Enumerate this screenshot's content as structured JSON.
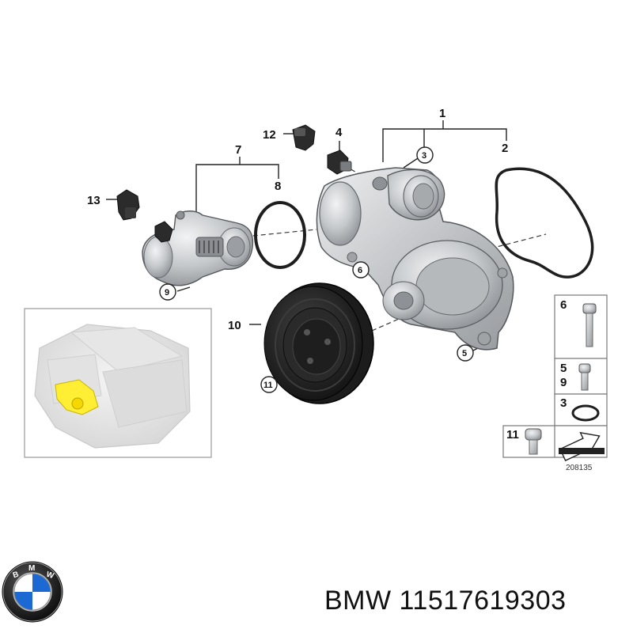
{
  "diagram": {
    "callouts": {
      "c1": "1",
      "c2": "2",
      "c3": "3",
      "c4": "4",
      "c5": "5",
      "c6": "6",
      "c7": "7",
      "c8": "8",
      "c9": "9",
      "c10": "10",
      "c11": "11",
      "c12": "12",
      "c13": "13"
    },
    "legend": {
      "row1": "6",
      "row2a": "5",
      "row2b": "9",
      "row3": "3",
      "row4": "11"
    },
    "part_number": "208135"
  },
  "brand": {
    "logo_letters": "BMW",
    "make": "BMW",
    "oem_code": "11517619303"
  },
  "colors": {
    "part_fill": "#cfd1d3",
    "part_shade": "#9a9da0",
    "dark": "#2a2a2a",
    "highlight": "#ffee33",
    "bmw_blue": "#1c69d4"
  }
}
